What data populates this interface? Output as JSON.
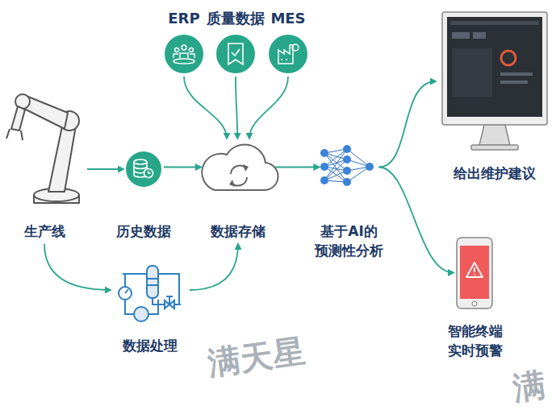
{
  "diagram": {
    "nodes": [
      {
        "text": [
          "生产线"
        ]
      },
      {
        "text": [
          "历史数据"
        ]
      },
      {
        "text": [
          "数据存储"
        ]
      },
      {
        "text": [
          "数据处理"
        ]
      },
      {
        "text": [
          "ERP"
        ]
      },
      {
        "text": [
          "质量数据"
        ]
      },
      {
        "text": [
          "MES"
        ]
      },
      {
        "text": [
          "基于AI的 预测性分析"
        ]
      },
      {
        "text": [
          "给出维护建议"
        ]
      },
      {
        "text": [
          "智能终端 实时预警"
        ]
      }
    ],
    "edges": [
      {
        "from": 0,
        "to": 1,
        "arrow": "to"
      },
      {
        "from": 1,
        "to": 2,
        "arrow": "to"
      },
      {
        "from": 0,
        "to": 3,
        "arrow": "to"
      },
      {
        "from": 3,
        "to": 2,
        "arrow": "to"
      },
      {
        "from": 4,
        "to": 2,
        "arrow": "to"
      },
      {
        "from": 5,
        "to": 2,
        "arrow": "to"
      },
      {
        "from": 6,
        "to": 2,
        "arrow": "to"
      },
      {
        "from": 2,
        "to": 7,
        "arrow": "to"
      },
      {
        "from": 7,
        "to": 8,
        "arrow": "to"
      },
      {
        "from": 7,
        "to": 9,
        "arrow": "to"
      }
    ],
    "labels": [
      "满天星",
      "满"
    ]
  }
}
